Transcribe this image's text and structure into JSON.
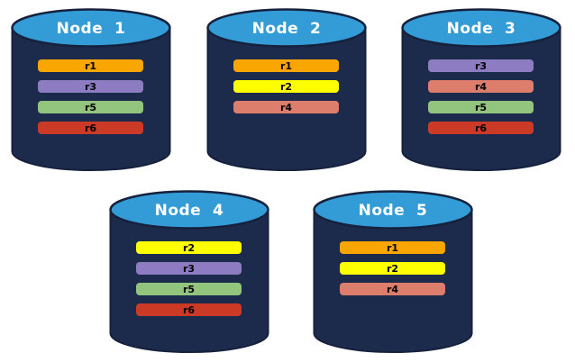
{
  "colors": {
    "cylinder_body": "#1C2B4C",
    "cylinder_top": "#339CD6",
    "cylinder_outline": "#16213D",
    "title_text": "#FFFFFF",
    "bar_text": "#000000",
    "replicas": {
      "r1": "#F9A602",
      "r2": "#FFFF00",
      "r3": "#8E7CC3",
      "r4": "#DC7E6B",
      "r5": "#93C47D",
      "r6": "#CB3A27"
    }
  },
  "nodes": [
    {
      "label": "Node  1",
      "replicas": [
        "r1",
        "r3",
        "r5",
        "r6"
      ]
    },
    {
      "label": "Node  2",
      "replicas": [
        "r1",
        "r2",
        "r4"
      ]
    },
    {
      "label": "Node  3",
      "replicas": [
        "r3",
        "r4",
        "r5",
        "r6"
      ]
    },
    {
      "label": "Node  4",
      "replicas": [
        "r2",
        "r3",
        "r5",
        "r6"
      ]
    },
    {
      "label": "Node  5",
      "replicas": [
        "r1",
        "r2",
        "r4"
      ]
    }
  ]
}
